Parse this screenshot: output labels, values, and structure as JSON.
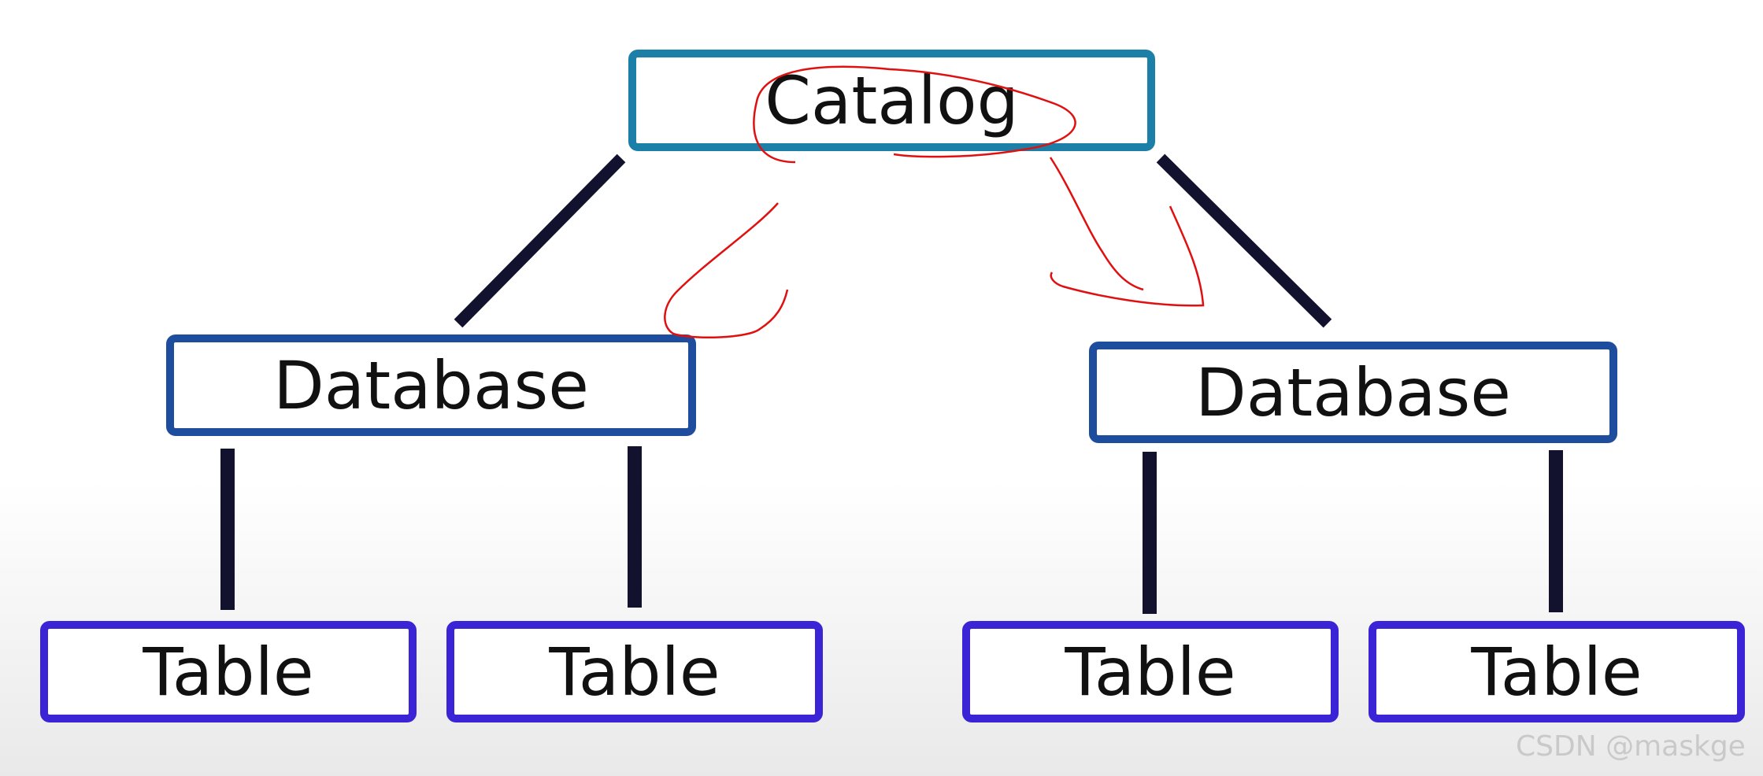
{
  "nodes": {
    "catalog": "Catalog",
    "database_left": "Database",
    "database_right": "Database",
    "table_1": "Table",
    "table_2": "Table",
    "table_3": "Table",
    "table_4": "Table"
  },
  "colors": {
    "catalog_border": "#1c7fa8",
    "database_border": "#1f4d9e",
    "table_border": "#3a24d6",
    "connector": "#12122e",
    "annotation": "#e01010"
  },
  "watermark": "CSDN @maskge"
}
